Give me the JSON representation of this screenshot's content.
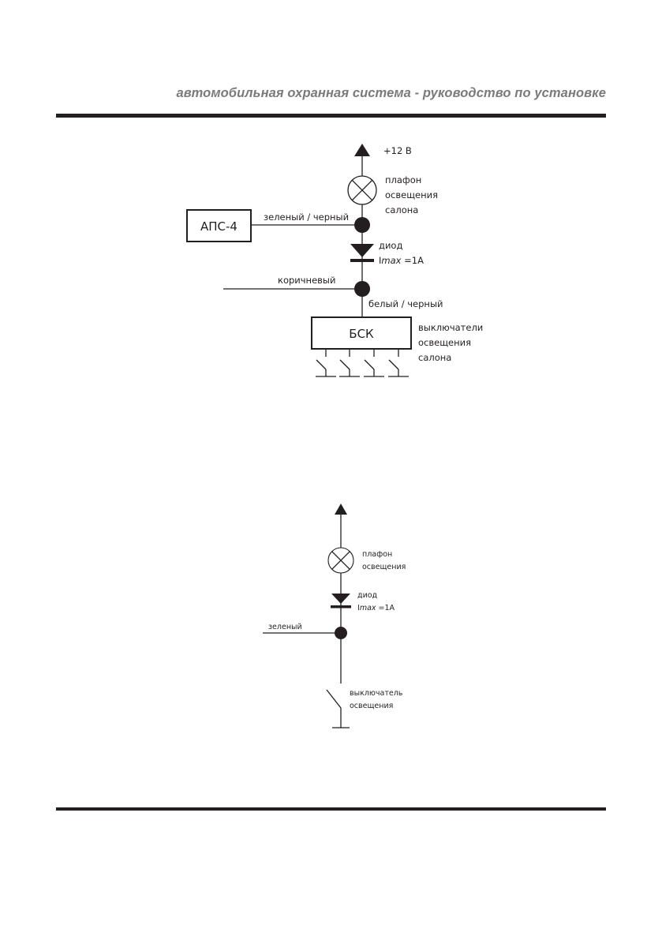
{
  "header": {
    "title": "автомобильная охранная система - руководство по установке"
  },
  "diagram1": {
    "power": "+12 В",
    "lamp": [
      "плафон",
      "освещения",
      "салона"
    ],
    "module_box": "АПС-4",
    "wire_module": "зеленый / черный",
    "diode": "диод",
    "diode_rating_prefix": "I",
    "diode_rating_sub": "max",
    "diode_rating_value": " =1А",
    "wire_brown": "коричневый",
    "wire_bottom": "белый / черный",
    "bsk_box": "БСК",
    "switches": [
      "выключатели",
      "освещения",
      "салона"
    ]
  },
  "diagram2": {
    "lamp": [
      "плафон",
      "освещения"
    ],
    "diode": "диод",
    "diode_rating_prefix": "I",
    "diode_rating_sub": "max",
    "diode_rating_value": " =1А",
    "wire_green": "зеленый",
    "switch": [
      "выключатель",
      "освещения"
    ]
  }
}
